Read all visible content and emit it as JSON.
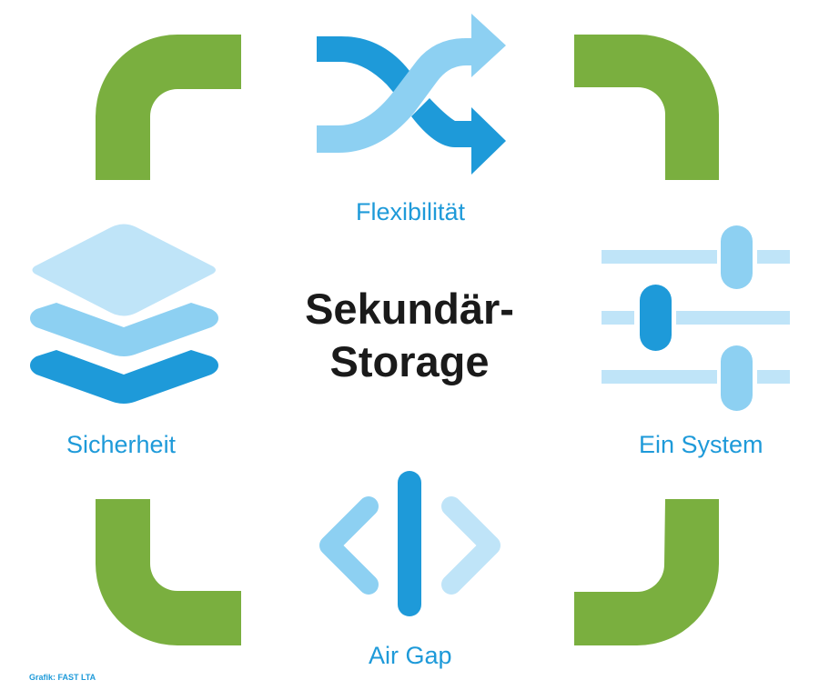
{
  "title": {
    "line1": "Sekundär-",
    "line2": "Storage"
  },
  "labels": {
    "top": "Flexibilität",
    "left": "Sicherheit",
    "right": "Ein System",
    "bottom": "Air Gap"
  },
  "credit": "Grafik: FAST LTA",
  "icons": {
    "top": "shuffle-arrows-icon",
    "left": "layers-stack-icon",
    "right": "sliders-icon",
    "bottom": "air-gap-chevrons-icon"
  },
  "colors": {
    "corner_green": "#7aaf3f",
    "blue_dark": "#1e9ad9",
    "blue_mid": "#8dd0f2",
    "blue_light": "#bfe4f8",
    "text_dark": "#1a1a1a"
  }
}
